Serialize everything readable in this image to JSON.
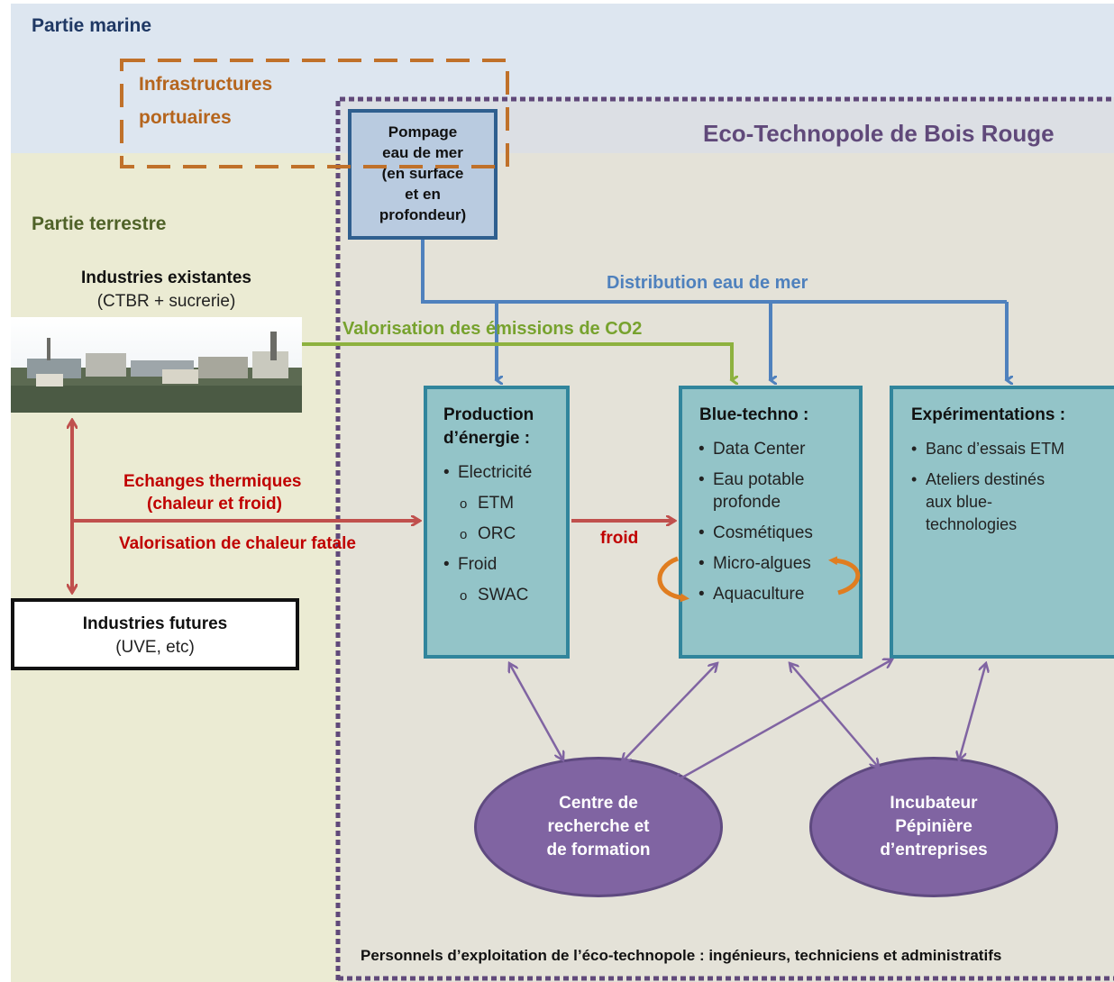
{
  "zones": {
    "marine_label": "Partie marine",
    "terrestre_label": "Partie terrestre",
    "ports_label_line1": "Infrastructures",
    "ports_label_line2": "portuaires",
    "technopole_title": "Eco-Technopole de Bois Rouge"
  },
  "pompage": {
    "line1": "Pompage",
    "line2": "eau de mer",
    "line3": "(en surface",
    "line4": "et en",
    "line5": "profondeur)"
  },
  "industries_existantes": {
    "title": "Industries existantes",
    "subtitle": "(CTBR + sucrerie)"
  },
  "industries_futures": {
    "title": "Industries futures",
    "subtitle": "(UVE, etc)"
  },
  "flows": {
    "distribution": "Distribution eau de mer",
    "co2": "Valorisation des émissions de CO2",
    "echanges_line1": "Echanges thermiques",
    "echanges_line2": "(chaleur et froid)",
    "chaleur_fatale": "Valorisation de chaleur fatale",
    "froid": "froid"
  },
  "production": {
    "title_line1": "Production",
    "title_line2": "d’énergie :",
    "items": [
      "Electricité",
      "ETM",
      "ORC",
      "Froid",
      "SWAC"
    ]
  },
  "bluetechno": {
    "title": "Blue-techno :",
    "items": [
      "Data Center",
      "Eau potable profonde",
      "Cosmétiques",
      "Micro-algues",
      "Aquaculture"
    ]
  },
  "experimentations": {
    "title": "Expérimentations :",
    "items": [
      "Banc d’essais ETM",
      "Ateliers destinés aux blue-technologies"
    ]
  },
  "centre": {
    "line1": "Centre de",
    "line2": "recherche et",
    "line3": "de formation"
  },
  "incubateur": {
    "line1": "Incubateur",
    "line2": "Pépinière",
    "line3": "d’entreprises"
  },
  "footer": "Personnels d’exploitation de l’éco-technopole : ingénieurs, techniciens et administratifs",
  "colors": {
    "marine_bg": "#dde6f0",
    "terrestre_bg": "#ebebd3",
    "techno_bg": "#e4e2d8",
    "blue": "#4f81bd",
    "green": "#8db13f",
    "red": "#c0504d",
    "purple": "#8064a2",
    "teal_fill": "#93c4c8",
    "teal_border": "#31859c",
    "orange": "#c0712a"
  }
}
